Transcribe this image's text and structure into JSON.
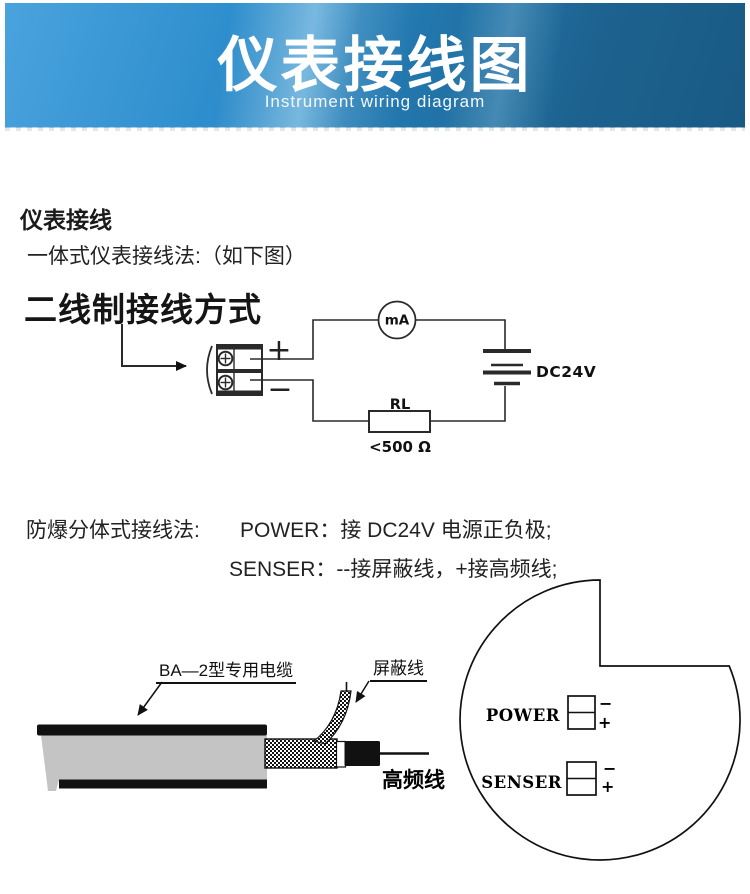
{
  "banner": {
    "title": "仪表接线图",
    "subtitle": "Instrument wiring diagram"
  },
  "section": {
    "heading": "仪表接线",
    "intro": "一体式仪表接线法:（如下图）"
  },
  "diagram1": {
    "title": "二线制接线方式",
    "plus": "+",
    "minus": "−",
    "meter": "mA",
    "battery": "DC24V",
    "resistor": "RL",
    "resistor_value": "<500 Ω"
  },
  "split": {
    "label": "防爆分体式接线法:",
    "line1": "POWER：接 DC24V 电源正负极;",
    "line2": "SENSER：--接屏蔽线，+接高频线;"
  },
  "diagram2": {
    "cable_label": "BA—2型专用电缆",
    "shield_label": "屏蔽线",
    "hf_label": "高频线",
    "power_label": "POWER",
    "senser_label": "SENSER",
    "power_minus": "−",
    "power_plus": "+",
    "senser_minus": "−",
    "senser_plus": "+"
  },
  "colors": {
    "banner_light": "#3a98d6",
    "banner_dark": "#1b5b87",
    "title_color": "#ffffff",
    "ink": "#111111",
    "cable_gray": "#c4c4c4"
  }
}
